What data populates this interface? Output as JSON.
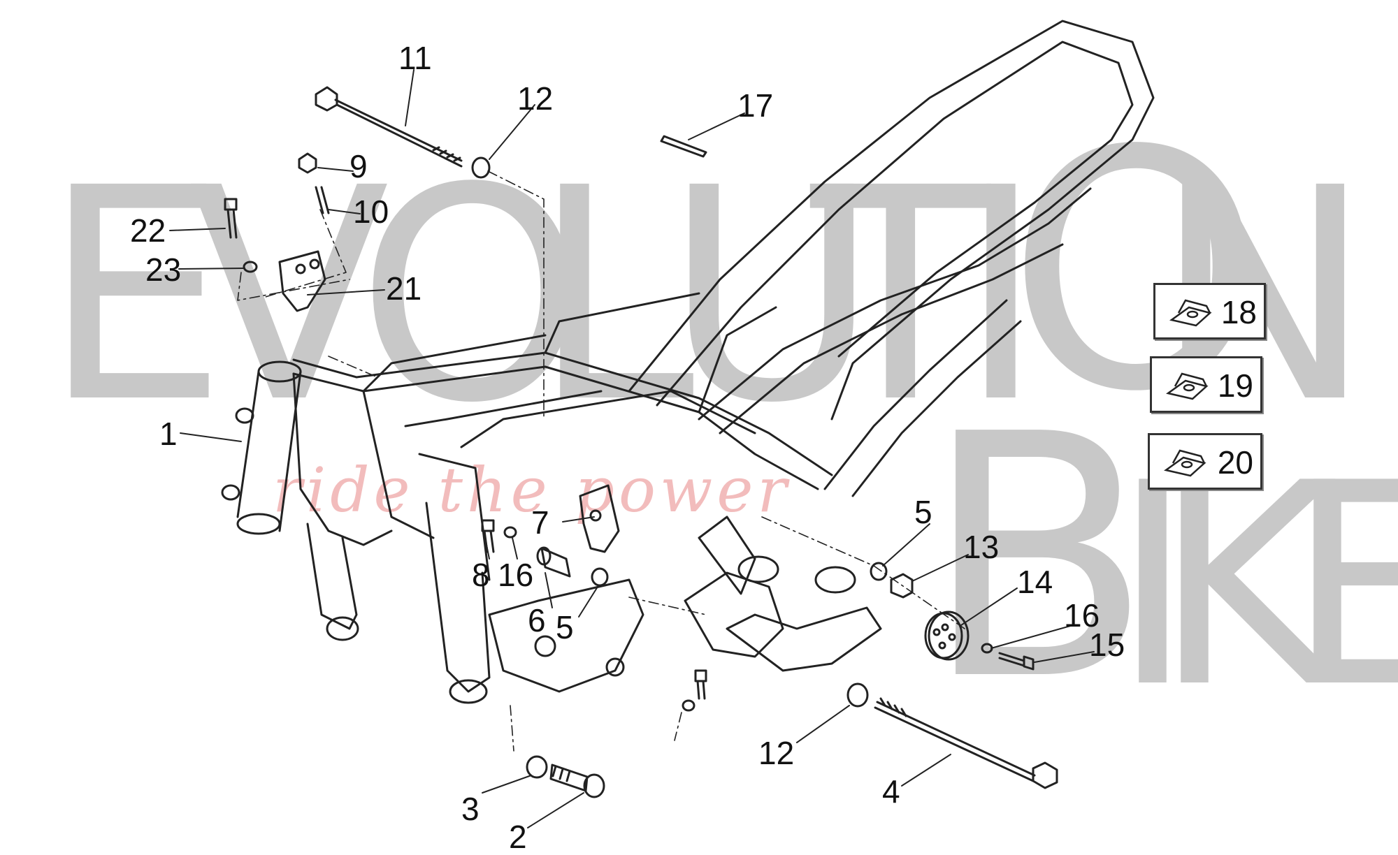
{
  "watermark": {
    "letters": [
      "E",
      "V",
      "O",
      "L",
      "U",
      "T",
      "I",
      "O",
      "N",
      "B",
      "I",
      "K",
      "E"
    ],
    "slogan": "ride the power",
    "colors": {
      "letters": "#c8c8c8",
      "slogan": "#f2bcbc"
    }
  },
  "callouts": [
    {
      "id": "1",
      "label": "1"
    },
    {
      "id": "2",
      "label": "2"
    },
    {
      "id": "3",
      "label": "3"
    },
    {
      "id": "4",
      "label": "4"
    },
    {
      "id": "5a",
      "label": "5"
    },
    {
      "id": "5b",
      "label": "5"
    },
    {
      "id": "6",
      "label": "6"
    },
    {
      "id": "7",
      "label": "7"
    },
    {
      "id": "8",
      "label": "8"
    },
    {
      "id": "9",
      "label": "9"
    },
    {
      "id": "10",
      "label": "10"
    },
    {
      "id": "11",
      "label": "11"
    },
    {
      "id": "12a",
      "label": "12"
    },
    {
      "id": "12b",
      "label": "12"
    },
    {
      "id": "13",
      "label": "13"
    },
    {
      "id": "14",
      "label": "14"
    },
    {
      "id": "15",
      "label": "15"
    },
    {
      "id": "16a",
      "label": "16"
    },
    {
      "id": "16b",
      "label": "16"
    },
    {
      "id": "17",
      "label": "17"
    },
    {
      "id": "21",
      "label": "21"
    },
    {
      "id": "22",
      "label": "22"
    },
    {
      "id": "23",
      "label": "23"
    }
  ],
  "clip_boxes": [
    {
      "id": "18",
      "label": "18"
    },
    {
      "id": "19",
      "label": "19"
    },
    {
      "id": "20",
      "label": "20"
    }
  ],
  "line_color": "#222222"
}
